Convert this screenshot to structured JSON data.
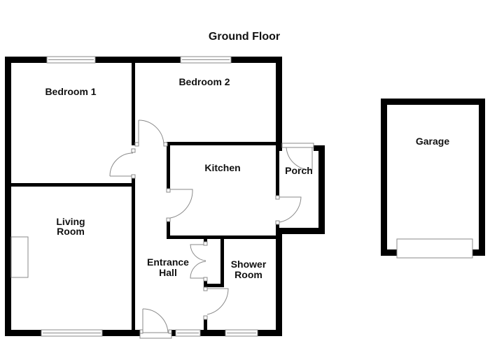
{
  "title": "Ground Floor",
  "rooms": [
    {
      "id": "bedroom-1",
      "lines": [
        "Bedroom 1"
      ]
    },
    {
      "id": "bedroom-2",
      "lines": [
        "Bedroom 2"
      ]
    },
    {
      "id": "kitchen",
      "lines": [
        "Kitchen"
      ]
    },
    {
      "id": "porch",
      "lines": [
        "Porch"
      ]
    },
    {
      "id": "living-room",
      "lines": [
        "Living",
        "Room"
      ]
    },
    {
      "id": "entrance-hall",
      "lines": [
        "Entrance",
        "Hall"
      ]
    },
    {
      "id": "shower-room",
      "lines": [
        "Shower",
        "Room"
      ]
    },
    {
      "id": "garage",
      "lines": [
        "Garage"
      ]
    }
  ],
  "colors": {
    "wall": "#000000",
    "fixture_line": "#8a8a8a",
    "background": "#ffffff"
  }
}
